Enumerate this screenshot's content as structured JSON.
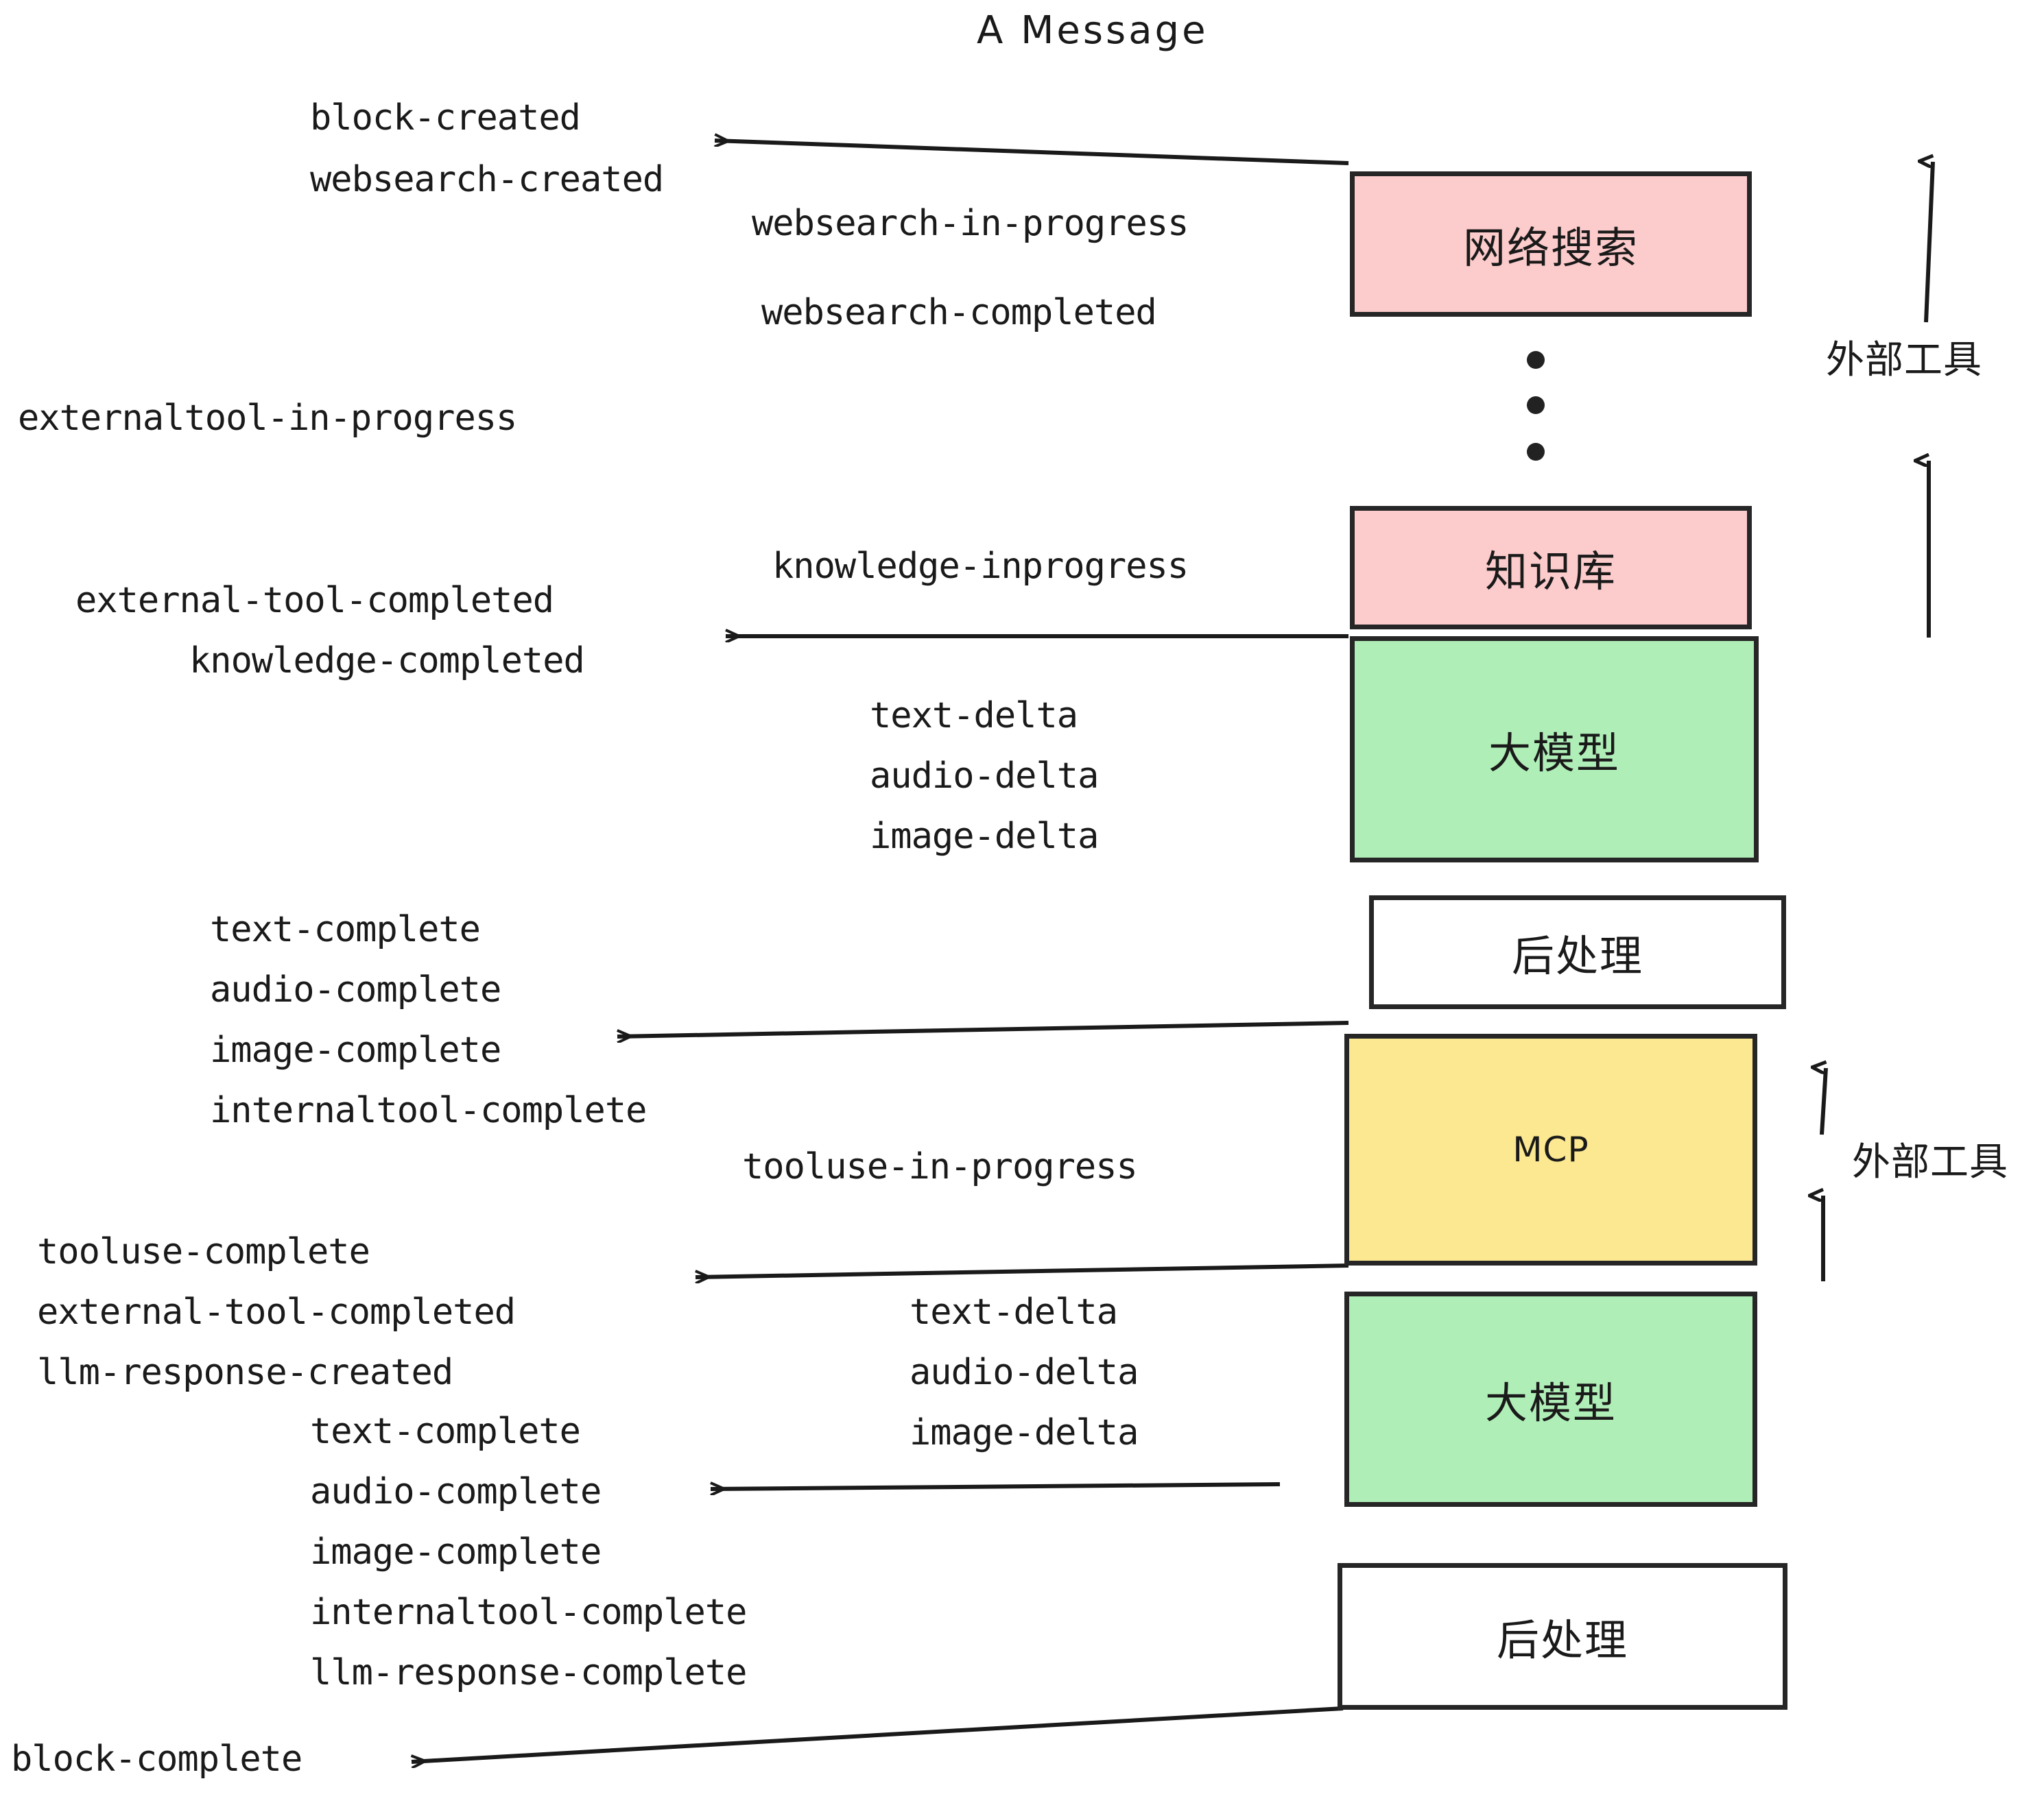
{
  "title": "A Message",
  "colors": {
    "pink": "#FCCBCB",
    "green": "#B0EEB8",
    "yellow": "#FBE891",
    "white": "#FFFFFF",
    "stroke": "#262626",
    "text": "#1A1A1A"
  },
  "boxes": [
    {
      "id": "websearch",
      "label": "网络搜索",
      "fill": "#FCCBCB"
    },
    {
      "id": "knowledge",
      "label": "知识库",
      "fill": "#FCCBCB"
    },
    {
      "id": "llm-upper",
      "label": "大模型",
      "fill": "#B0EEB8"
    },
    {
      "id": "postprocess-upper",
      "label": "后处理",
      "fill": "#FFFFFF"
    },
    {
      "id": "mcp",
      "label": "MCP",
      "fill": "#FBE891"
    },
    {
      "id": "llm-lower",
      "label": "大模型",
      "fill": "#B0EEB8"
    },
    {
      "id": "postprocess-lower",
      "label": "后处理",
      "fill": "#FFFFFF"
    }
  ],
  "side_labels": [
    {
      "id": "external-tool-upper",
      "label": "外部工具"
    },
    {
      "id": "external-tool-lower",
      "label": "外部工具"
    }
  ],
  "events": [
    {
      "id": "block-created",
      "text": "block-created"
    },
    {
      "id": "websearch-created",
      "text": "websearch-created"
    },
    {
      "id": "websearch-in-progress",
      "text": "websearch-in-progress"
    },
    {
      "id": "websearch-completed",
      "text": "websearch-completed"
    },
    {
      "id": "externaltool-in-progress",
      "text": "externaltool-in-progress"
    },
    {
      "id": "knowledge-inprogress",
      "text": "knowledge-inprogress"
    },
    {
      "id": "external-tool-completed-1",
      "text": "external-tool-completed"
    },
    {
      "id": "knowledge-completed",
      "text": "knowledge-completed"
    },
    {
      "id": "text-delta-1",
      "text": "text-delta"
    },
    {
      "id": "audio-delta-1",
      "text": "audio-delta"
    },
    {
      "id": "image-delta-1",
      "text": "image-delta"
    },
    {
      "id": "text-complete-1",
      "text": "text-complete"
    },
    {
      "id": "audio-complete-1",
      "text": "audio-complete"
    },
    {
      "id": "image-complete-1",
      "text": "image-complete"
    },
    {
      "id": "internaltool-complete-1",
      "text": "internaltool-complete"
    },
    {
      "id": "tooluse-in-progress",
      "text": "tooluse-in-progress"
    },
    {
      "id": "tooluse-complete",
      "text": "tooluse-complete"
    },
    {
      "id": "external-tool-completed-2",
      "text": "external-tool-completed"
    },
    {
      "id": "llm-response-created",
      "text": "llm-response-created"
    },
    {
      "id": "text-delta-2",
      "text": "text-delta"
    },
    {
      "id": "audio-delta-2",
      "text": "audio-delta"
    },
    {
      "id": "image-delta-2",
      "text": "image-delta"
    },
    {
      "id": "text-complete-2",
      "text": "text-complete"
    },
    {
      "id": "audio-complete-2",
      "text": "audio-complete"
    },
    {
      "id": "image-complete-2",
      "text": "image-complete"
    },
    {
      "id": "internaltool-complete-2",
      "text": "internaltool-complete"
    },
    {
      "id": "llm-response-complete",
      "text": "llm-response-complete"
    },
    {
      "id": "block-complete",
      "text": "block-complete"
    }
  ],
  "ellipsis": {
    "id": "vertical-ellipsis",
    "count": 3
  }
}
